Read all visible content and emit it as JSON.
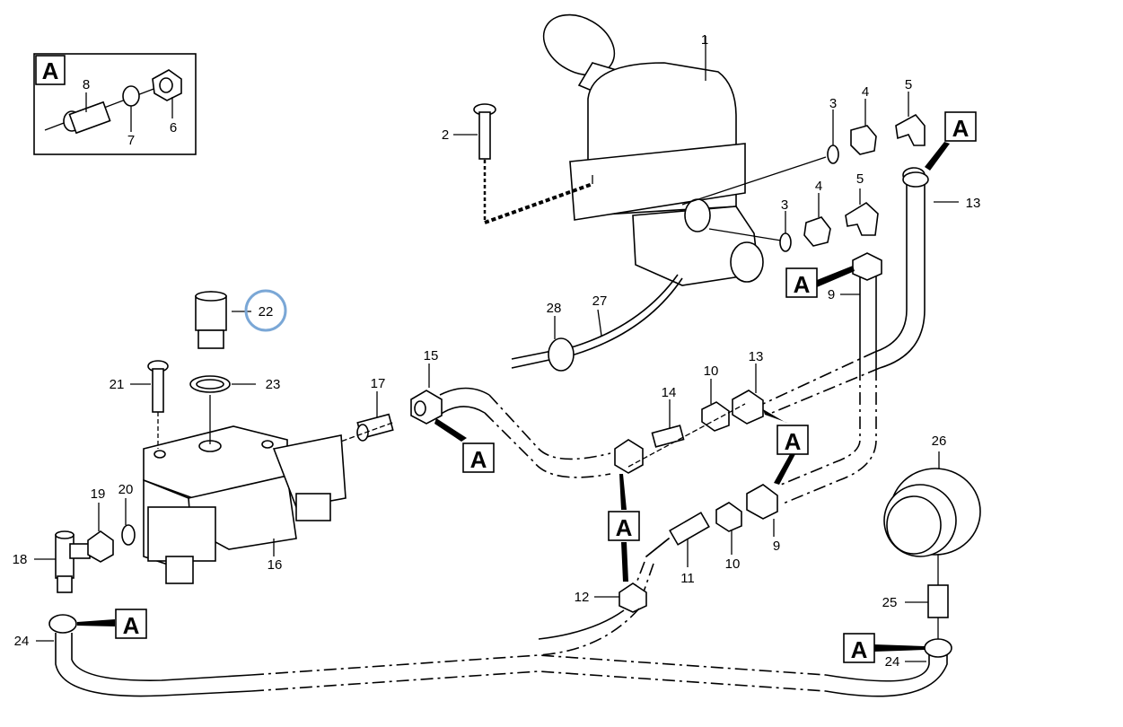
{
  "highlight_color": "#7aa7d6",
  "ref_letter": "A",
  "labels": {
    "p1": "1",
    "p2": "2",
    "p3a": "3",
    "p3b": "3",
    "p4a": "4",
    "p4b": "4",
    "p5a": "5",
    "p5b": "5",
    "p6": "6",
    "p7": "7",
    "p8": "8",
    "p9a": "9",
    "p9b": "9",
    "p10a": "10",
    "p10b": "10",
    "p11": "11",
    "p12": "12",
    "p13a": "13",
    "p13b": "13",
    "p14": "14",
    "p15": "15",
    "p16": "16",
    "p17": "17",
    "p18": "18",
    "p19": "19",
    "p20": "20",
    "p21": "21",
    "p22": "22",
    "p23": "23",
    "p24a": "24",
    "p24b": "24",
    "p25": "25",
    "p26": "26",
    "p27": "27",
    "p28": "28"
  }
}
